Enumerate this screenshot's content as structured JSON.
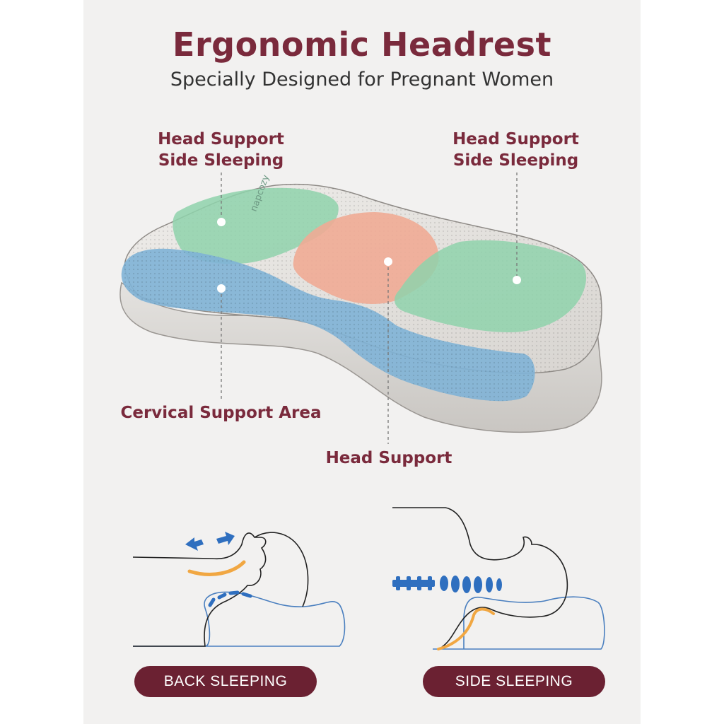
{
  "header": {
    "title": "Ergonomic Headrest",
    "subtitle": "Specially Designed for Pregnant Women"
  },
  "callouts": {
    "left_side": {
      "line1": "Head Support",
      "line2": "Side Sleeping"
    },
    "right_side": {
      "line1": "Head Support",
      "line2": "Side Sleeping"
    },
    "cervical": "Cervical Support Area",
    "center": "Head Support"
  },
  "pillow": {
    "brand_mark": "napcozy"
  },
  "modes": {
    "back": "BACK SLEEPING",
    "side": "SIDE SLEEPING"
  },
  "colors": {
    "accent": "#7a2a3c",
    "pill": "#6b2132",
    "green_zone": "#8fd2ac",
    "orange_zone": "#f0ab95",
    "blue_zone": "#7fb2d6",
    "arrow_blue": "#2f6fbf",
    "curve_orange": "#f1a742"
  }
}
